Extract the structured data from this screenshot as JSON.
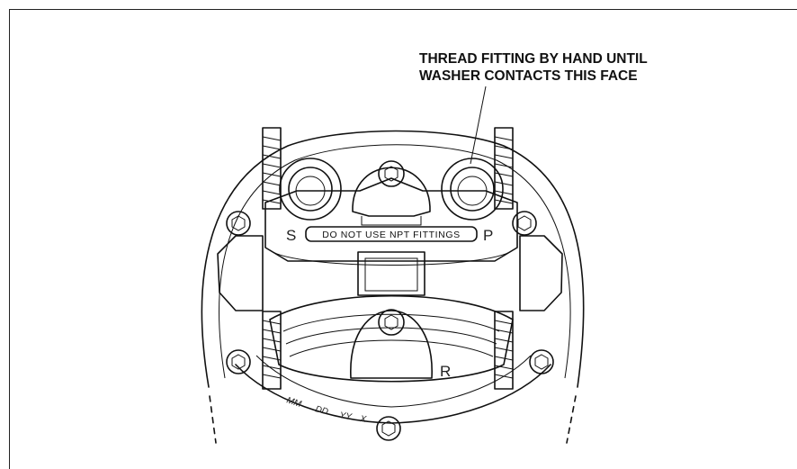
{
  "callout": {
    "line1": "THREAD FITTING BY HAND UNTIL",
    "line2": "WASHER CONTACTS THIS FACE"
  },
  "labels": {
    "port_s": "S",
    "port_p": "P",
    "port_r": "R",
    "warning": "DO NOT USE NPT FITTINGS",
    "date_mm": "MM",
    "date_dd": "DD",
    "date_yy": "YY",
    "date_x": "X"
  }
}
